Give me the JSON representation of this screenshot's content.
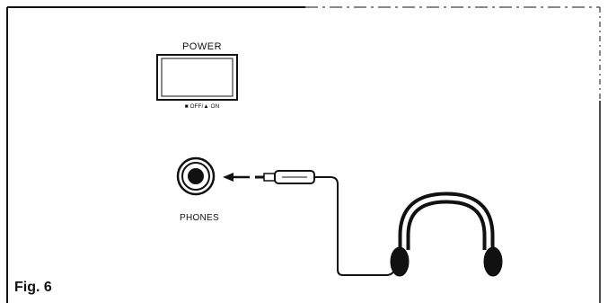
{
  "power_switch": {
    "label": "POWER",
    "legend": "■ OFF/▲ ON"
  },
  "phones_jack": {
    "label": "PHONES"
  },
  "figure": {
    "caption": "Fig. 6"
  }
}
